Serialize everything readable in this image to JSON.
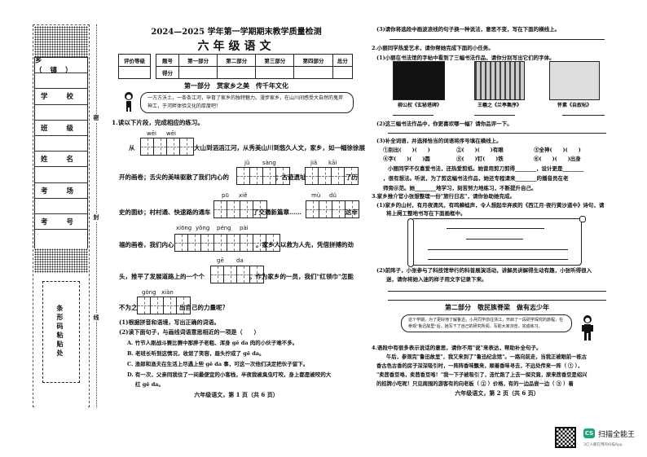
{
  "header": {
    "exam_title": "2024—2025 学年第一学期期末教学质量检测",
    "subject": "六年级语文"
  },
  "binding": {
    "fields": [
      "乡（镇）",
      "学 校",
      "班 级",
      "姓 名",
      "考 场",
      "考 号"
    ],
    "cut_marks": [
      "密",
      "封",
      "线"
    ],
    "seal_label": "条形码粘贴处"
  },
  "score_table": {
    "grade_label": "评价等级",
    "headers": [
      "题号",
      "第一部分",
      "第二部分",
      "第三部分",
      "第四部分",
      "总分"
    ],
    "row_label": "得分"
  },
  "page1": {
    "part1_title": "第一部分　赏家乡之美　传千年文化",
    "bubble_text": "一方方沃土，一条条江河，孕育了家乡的独特魅力。漫步家乡，在山川间感受大自然的鬼斧神工，于河畔体验文化的厚度吧！",
    "q1_title": "1.读以下片段，完成相应的练习。",
    "passage": [
      {
        "before": "从",
        "pinyin": [
          "wēi",
          "wēi"
        ],
        "cells": 4,
        "after": "大山到滔滔江河，从秀美山川到悠久人文，家乡，如一幅徐徐展"
      },
      {
        "before": "开的画卷；舌尖的美味驱散了我们内心的",
        "pinyin": [
          "jǔ",
          "sàng"
        ],
        "cells": 4,
        "mid": "；古迹遗址",
        "pinyin2": [
          "jiǎ",
          "kāi"
        ],
        "cells2": 4,
        "after": "了历"
      },
      {
        "before": "史的面纱；村村通、快速路的通车",
        "pinyin": [
          "pū",
          "xiě"
        ],
        "cells": 4,
        "mid": "了交通新篇章……",
        "pinyin2": [
          "mù",
          "dǔ"
        ],
        "cells2": 4,
        "after": "这幸"
      },
      {
        "before": "福的画卷，我们内心",
        "pinyin": [
          "xiōng",
          "yǒng",
          "péng",
          "pài"
        ],
        "cells": 8,
        "after": "。家乡人以救为人先，凭借拼搏的劲"
      },
      {
        "before": "头，推平了发展道路上的一个个",
        "pinyin": [
          "gē",
          "da"
        ],
        "cells": 4,
        "after": "。作为家乡的一员，我们\"红领巾\"怎能"
      },
      {
        "before": "不为之",
        "pinyin": [
          "gòng",
          "xiàn"
        ],
        "cells": 4,
        "after": "出自己的力量呢？"
      }
    ],
    "sub1": "(1)根据拼音和语境，写出正确的词语。",
    "sub2": "(2)读下面句子，与画线词语意思相近的一项是（　　）",
    "options": [
      "A. 竹节人刚战斗赛比赛中那胖子老粗、浑身 gē da 肉的小伙子难不多。",
      "B. 老班长听到这情况，收敛了笑容，眉头拧成了 gē da。",
      "C. 渔郎和渔夫在生活上尽遇上些 gē da 事，可这一次他们决定把伙子留下。",
      "D. 有一次，父亲同我住了一间最便宜的小客栈，半夜我被臭虫叮咬，身上都是被咬的大",
      "红 gē da。"
    ],
    "footer": "六年级语文，第 1 页（共 6 页）"
  },
  "page2": {
    "q3_top": "(3)请你将选段中画波浪线的句子换一种说法，意思不变，写在下面的横线上。",
    "q2_title": "2.小丽同学热爱艺术，请你帮她完成下面的小任务。",
    "q2_1": "(1)小丽在书法馆的字帖中看到了三幅书法作品，请你分别写出它们的字体。",
    "calligraphy": [
      {
        "caption": "柳公权《玄秘塔碑》",
        "style": "dark"
      },
      {
        "caption": "王羲之《兰亭集序》",
        "style": "mid"
      },
      {
        "caption": "怀素《自叙帖》",
        "style": "light"
      }
    ],
    "q2_2": "(2)这三幅书法作品中，你更喜欢哪一幅？请你品评一下。",
    "q2_3": "(3)补全词语，并选择恰当的词语将序号填在横线上。",
    "fill_items": [
      "①别出(　　)(　　)",
      "②(　　)(　　)有眼",
      "③全神(　　)(　　)",
      "④字(　　)(　　)圆",
      "⑤(　　)钉(　　)铁",
      "⑥(　　)(　　)出身"
    ],
    "fill_passage": [
      "小丽同学不仅喜爱书法，还热爱剪纸。她曾用剪刀剪得________，设计更是________",
      "，很有想法。听说，为了剪这幅书法作品，她还专程请来________的播音员在老",
      "师旁示范。她________地学习，刻苦努力地练习，不断提升自己。"
    ],
    "q3_title": "3.家乡推介官小张想整理一份\"旅行日志\"，请你协助她完成。",
    "q3_1": "(1)家乡的山村，有月夜清风，有鸣蝉蛙声，令人想起辛弃疾的《西江月·夜行黄沙道中》诗句，请",
    "q3_1b": "将上阕工整地书写在下面画框中。",
    "q3_2": "(2)前阵子，小张参与了科技馆举行的科普展演活动，讲解员讲解得生动有趣，小张听得很入",
    "q3_2b": "迷，请你将她入迷的样子用文字记录下来。",
    "part2_title": "第二部分　敬民族脊梁　做有志少年",
    "bubble2": "这个学期，为了更好地了解鲁迅，小月同学前往浙江，开启了一段研学探究的旅程，在参观\"鲁迅故里\"后，她写下了自己的研究所闻，写助大家浏览，完成练习。",
    "q4_title": "4.语段中有很多表示说话的意思，请你不用\"说\"来表达，帮助补全句子。",
    "q4_text": [
      "午后，参观完\"鲁迅故里\"，我又来到了\"鲁迅纪念馆\"。一路向前走，当我正被眼前一栋古",
      "香古色古香的房子深深吸引时，一阵阵香味飘来，顺着香味寻去，不远处传来一阵（ ① ），",
      "\"卖茴香豆咯，卖茴香豆咯！\"我一下子被吸引了，连忙跑了上去一探究竟，原来茴香豆是绍兴",
      "的招牌小吃呢！只见周围的游客有的向老板（ ② ）价格，有的一边品尝一边（ ③ ）着"
    ],
    "footer": "六年级语文，第 2 页（共 6 页）"
  },
  "watermark": {
    "logo": "CS",
    "brand": "扫描全能王",
    "tagline": "3亿人都在用的扫描App"
  }
}
